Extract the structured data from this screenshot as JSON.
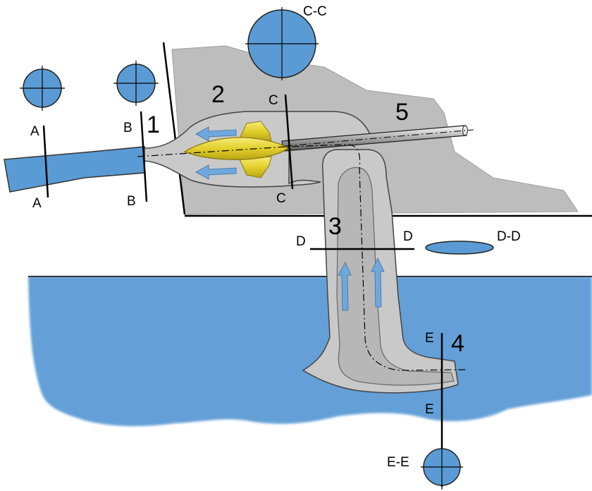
{
  "colors": {
    "water": "#5b9bd5",
    "water_light": "#6fa8dc",
    "hull": "#bdbdbd",
    "hull_dark": "#9e9e9e",
    "duct": "#c9c9c9",
    "duct_edge": "#4a4a4a",
    "impeller": "#e8d83a",
    "impeller_edge": "#9a8a10",
    "arrow": "#6fa8dc",
    "line": "#000000"
  },
  "sections": {
    "A": {
      "top": "A",
      "bottom": "A"
    },
    "B": {
      "top": "B",
      "bottom": "B"
    },
    "C": {
      "top": "C",
      "bottom": "C",
      "detail": "C-C"
    },
    "D": {
      "left": "D",
      "right": "D",
      "detail": "D-D"
    },
    "E": {
      "top": "E",
      "bottom": "E",
      "detail": "E-E"
    }
  },
  "part_numbers": {
    "nozzle": "1",
    "pump": "2",
    "intake_duct": "3",
    "inlet": "4",
    "shaft": "5"
  }
}
